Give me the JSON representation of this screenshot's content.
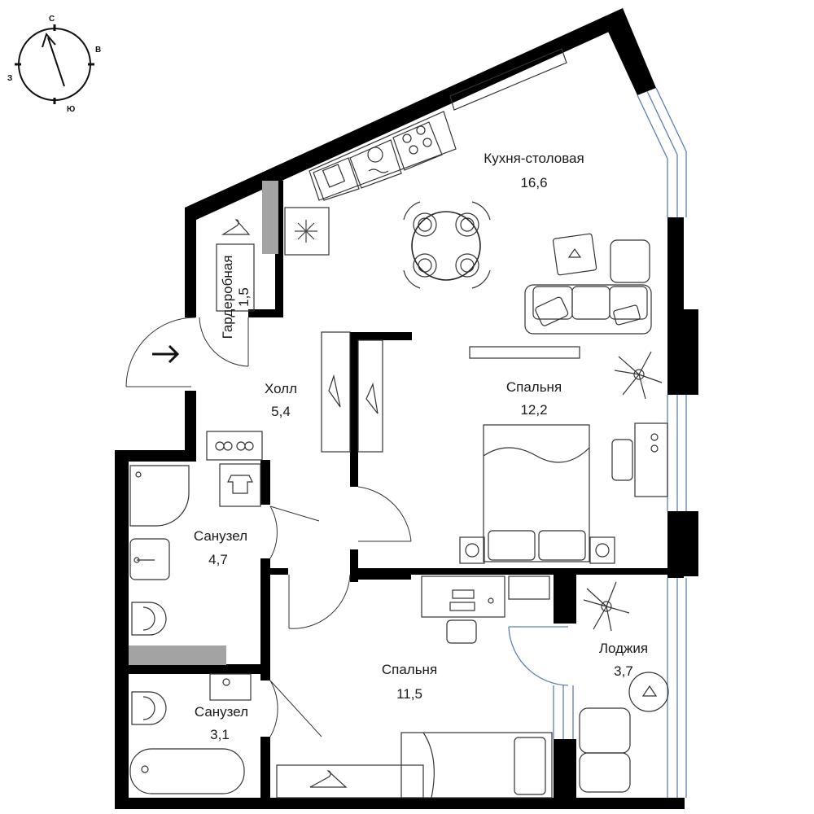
{
  "compass": {
    "north": "С",
    "east": "В",
    "south": "Ю",
    "west": "З"
  },
  "rooms": {
    "kitchen": {
      "name": "Кухня-столовая",
      "area": "16,6"
    },
    "wardrobe": {
      "name": "Гардеробная",
      "area": "1,5"
    },
    "hall": {
      "name": "Холл",
      "area": "5,4"
    },
    "bedroom1": {
      "name": "Спальня",
      "area": "12,2"
    },
    "bath1": {
      "name": "Санузел",
      "area": "4,7"
    },
    "bedroom2": {
      "name": "Спальня",
      "area": "11,5"
    },
    "loggia": {
      "name": "Лоджия",
      "area": "3,7"
    },
    "bath2": {
      "name": "Санузел",
      "area": "3,1"
    }
  },
  "colors": {
    "wall": "#000000",
    "window": "#5a7fb5",
    "shaft": "#a3a3a3",
    "line": "#333333"
  },
  "icons": [
    "entrance-arrow-icon",
    "compass-icon",
    "snowflake-icon",
    "hanger-icon",
    "plant-icon",
    "fan-icon"
  ]
}
